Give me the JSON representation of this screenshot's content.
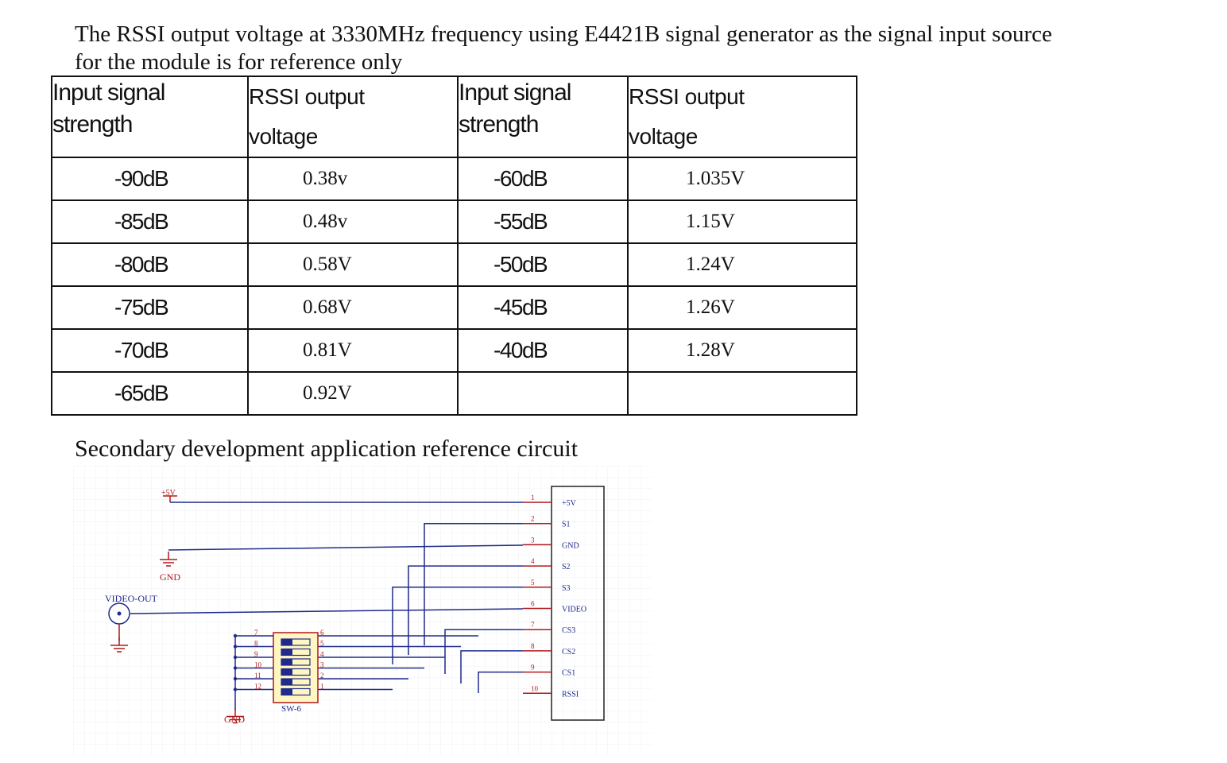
{
  "intro_lines": [
    "The RSSI output voltage at 3330MHz frequency using E4421B signal generator as the signal input source",
    "for the module is for reference only"
  ],
  "table": {
    "headers": [
      [
        "Input signal",
        "strength"
      ],
      [
        "RSSI output",
        "voltage"
      ],
      [
        "Input signal",
        "strength"
      ],
      [
        "RSSI output",
        "voltage"
      ]
    ],
    "rows": [
      [
        "-90dB",
        "0.38v",
        "-60dB",
        "1.035V"
      ],
      [
        "-85dB",
        "0.48v",
        "-55dB",
        "1.15V"
      ],
      [
        "-80dB",
        "0.58V",
        "-50dB",
        "1.24V"
      ],
      [
        "-75dB",
        "0.68V",
        "-45dB",
        "1.26V"
      ],
      [
        "-70dB",
        "0.81V",
        "-40dB",
        "1.28V"
      ],
      [
        "-65dB",
        "0.92V",
        "",
        ""
      ]
    ]
  },
  "section_title": "Secondary development application reference circuit",
  "schematic": {
    "power_label": "+5V",
    "gnd_label": "GND",
    "video_out_label": "VIDEO-OUT",
    "switch_label": "SW-6",
    "switch_left_pins": [
      "7",
      "8",
      "9",
      "10",
      "11",
      "12"
    ],
    "switch_right_pins": [
      "6",
      "5",
      "4",
      "3",
      "2",
      "1"
    ],
    "connector_pins": [
      {
        "num": "1",
        "name": "+5V"
      },
      {
        "num": "2",
        "name": "S1"
      },
      {
        "num": "3",
        "name": "GND"
      },
      {
        "num": "4",
        "name": "S2"
      },
      {
        "num": "5",
        "name": "S3"
      },
      {
        "num": "6",
        "name": "VIDEO"
      },
      {
        "num": "7",
        "name": "CS3"
      },
      {
        "num": "8",
        "name": "CS2"
      },
      {
        "num": "9",
        "name": "CS1"
      },
      {
        "num": "10",
        "name": "RSSI"
      }
    ],
    "colors": {
      "wire": "#1f2a8c",
      "pin": "#b01818",
      "grid": "#eef0f4",
      "switch_fill": "#fff7c2"
    }
  }
}
